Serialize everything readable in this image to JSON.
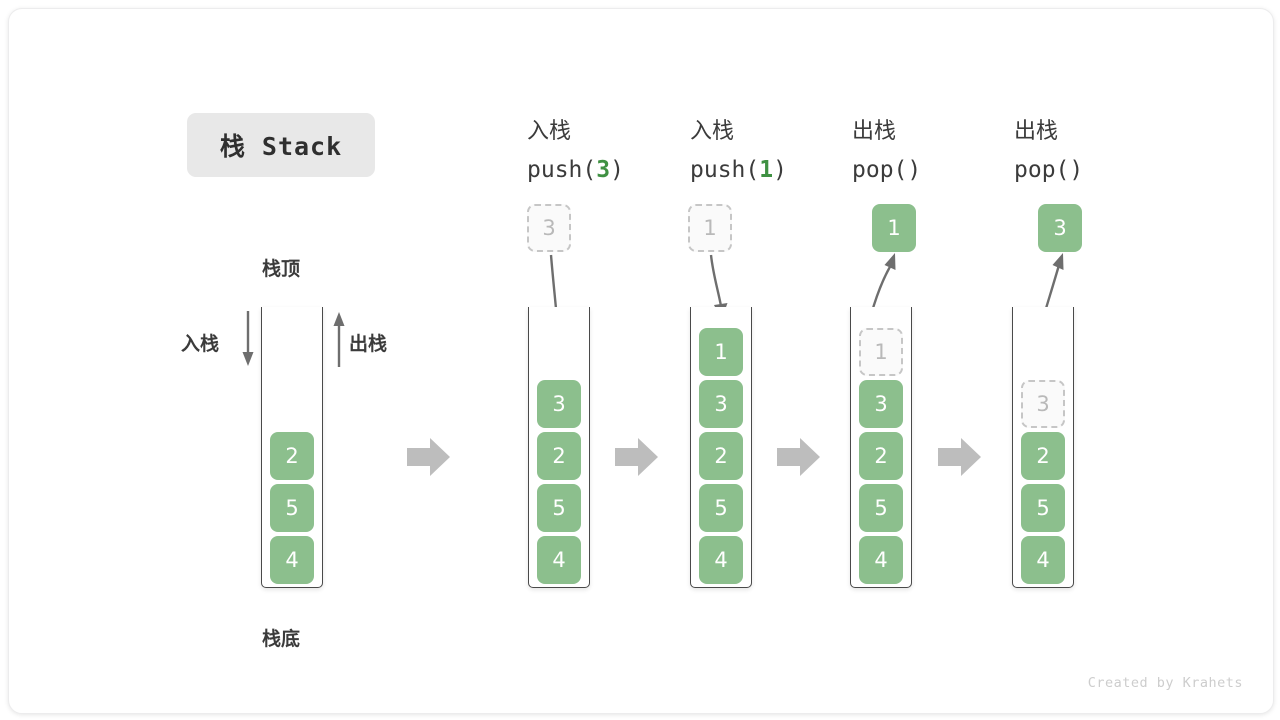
{
  "title": {
    "text": "栈 Stack"
  },
  "left_panel": {
    "top_label": "栈顶",
    "bottom_label": "栈底",
    "push_label": "入栈",
    "pop_label": "出栈",
    "cells": [
      "2",
      "5",
      "4"
    ]
  },
  "steps": [
    {
      "id": "push-3",
      "head": "入栈",
      "code_prefix": "push(",
      "code_arg": "3",
      "code_suffix": ")",
      "outside_cell": {
        "value": "3",
        "state": "ghost"
      },
      "arrow_direction": "down",
      "cells": [
        {
          "value": "3",
          "state": "filled"
        },
        {
          "value": "2",
          "state": "filled"
        },
        {
          "value": "5",
          "state": "filled"
        },
        {
          "value": "4",
          "state": "filled"
        }
      ]
    },
    {
      "id": "push-1",
      "head": "入栈",
      "code_prefix": "push(",
      "code_arg": "1",
      "code_suffix": ")",
      "outside_cell": {
        "value": "1",
        "state": "ghost"
      },
      "arrow_direction": "down",
      "cells": [
        {
          "value": "1",
          "state": "filled"
        },
        {
          "value": "3",
          "state": "filled"
        },
        {
          "value": "2",
          "state": "filled"
        },
        {
          "value": "5",
          "state": "filled"
        },
        {
          "value": "4",
          "state": "filled"
        }
      ]
    },
    {
      "id": "pop-1",
      "head": "出栈",
      "code_prefix": "pop(",
      "code_arg": "",
      "code_suffix": ")",
      "outside_cell": {
        "value": "1",
        "state": "filled"
      },
      "arrow_direction": "up",
      "cells": [
        {
          "value": "1",
          "state": "ghost"
        },
        {
          "value": "3",
          "state": "filled"
        },
        {
          "value": "2",
          "state": "filled"
        },
        {
          "value": "5",
          "state": "filled"
        },
        {
          "value": "4",
          "state": "filled"
        }
      ]
    },
    {
      "id": "pop-3",
      "head": "出栈",
      "code_prefix": "pop(",
      "code_arg": "",
      "code_suffix": ")",
      "outside_cell": {
        "value": "3",
        "state": "filled"
      },
      "arrow_direction": "up",
      "cells": [
        {
          "value": "",
          "state": "empty"
        },
        {
          "value": "3",
          "state": "ghost"
        },
        {
          "value": "2",
          "state": "filled"
        },
        {
          "value": "5",
          "state": "filled"
        },
        {
          "value": "4",
          "state": "filled"
        }
      ]
    }
  ],
  "footer": {
    "credit": "Created by Krahets"
  },
  "colors": {
    "cell_fill": "#8cbf8d",
    "accent_green": "#3f9142",
    "arrow_gray": "#6e6e6e",
    "block_arrow_gray": "#bdbdbd",
    "ghost_border": "#c6c6c6",
    "badge_bg": "#e8e8e8",
    "text_dark": "#3b3b3b"
  }
}
